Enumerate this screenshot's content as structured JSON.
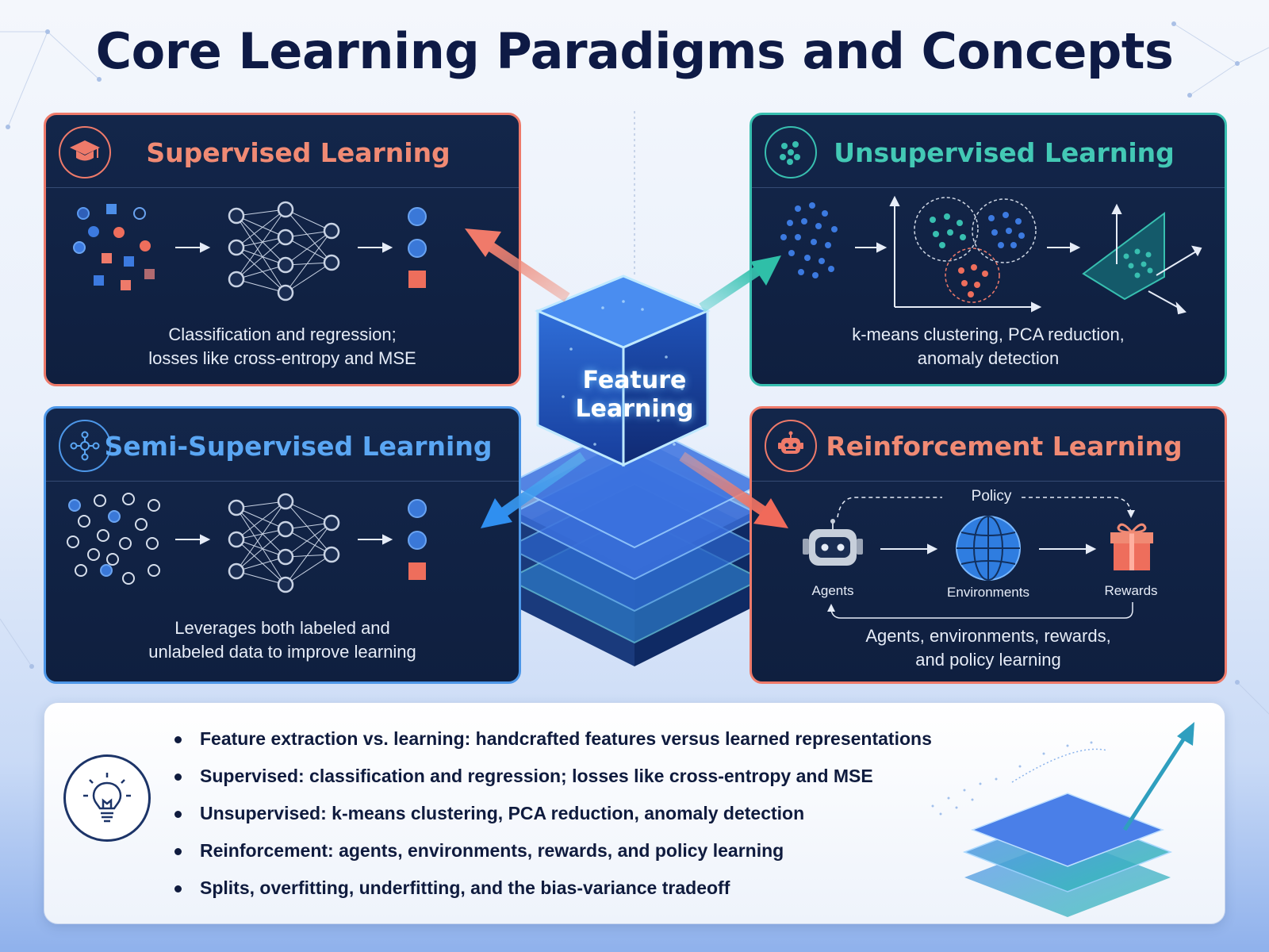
{
  "title": "Core Learning Paradigms and Concepts",
  "center": {
    "line1": "Feature",
    "line2": "Learning"
  },
  "panels": {
    "supervised": {
      "title": "Supervised Learning",
      "icon": "graduation-cap-icon",
      "desc_line1": "Classification and regression;",
      "desc_line2": "losses like cross-entropy and MSE",
      "color": "#ee7a6a"
    },
    "unsupervised": {
      "title": "Unsupervised Learning",
      "icon": "clusters-icon",
      "desc_line1": "k-means clustering, PCA reduction,",
      "desc_line2": "anomaly detection",
      "color": "#38bfb0"
    },
    "semi": {
      "title": "Semi-Supervised Learning",
      "icon": "network-icon",
      "desc_line1": "Leverages both labeled and",
      "desc_line2": "unlabeled data to improve learning",
      "color": "#4d97e8"
    },
    "reinforcement": {
      "title": "Reinforcement Learning",
      "icon": "robot-icon",
      "policy": "Policy",
      "agents": "Agents",
      "environments": "Environments",
      "rewards": "Rewards",
      "desc_line1": "Agents, environments, rewards,",
      "desc_line2": "and policy learning",
      "color": "#ee7a6a"
    }
  },
  "summary": {
    "icon": "lightbulb-icon",
    "bullets": [
      "Feature extraction vs. learning: handcrafted features versus learned representations",
      "Supervised: classification and regression; losses like cross-entropy and MSE",
      "Unsupervised: k-means clustering, PCA reduction, anomaly detection",
      "Reinforcement: agents, environments, rewards, and policy learning",
      "Splits, overfitting, underfitting, and the bias-variance tradeoff"
    ]
  }
}
